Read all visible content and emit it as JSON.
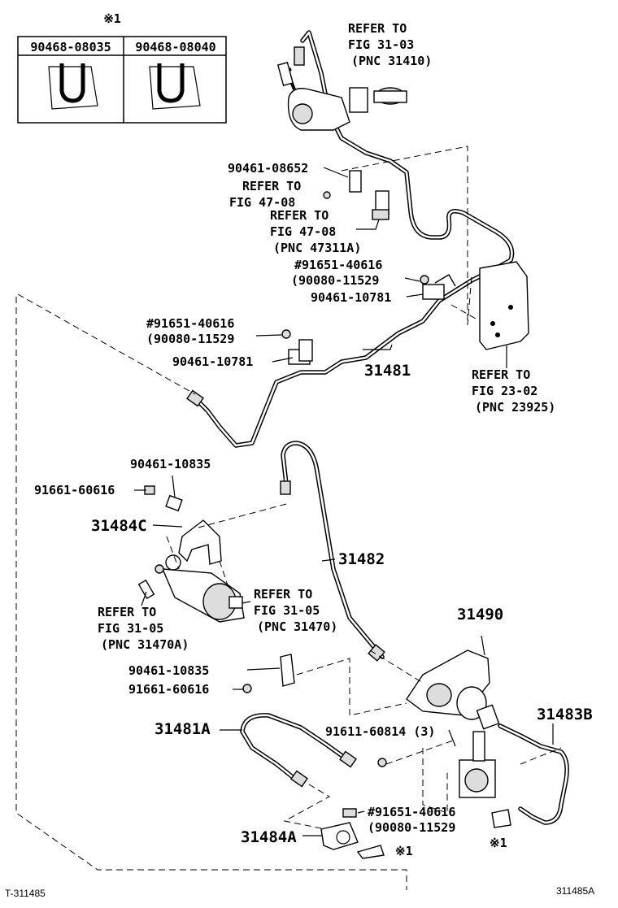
{
  "figure_code": "T-311485",
  "figure_id": "311485A",
  "legend_table": {
    "note_mark": "※1",
    "columns": [
      "90468-08035",
      "90468-08040"
    ]
  },
  "labels": {
    "ref_31_03": [
      "REFER TO",
      "FIG 31-03",
      "(PNC 31410)"
    ],
    "part_90461_08652": "90461-08652",
    "ref_47_08_a": [
      "REFER TO",
      "FIG 47-08"
    ],
    "ref_47_08_b": [
      "REFER TO",
      "FIG 47-08",
      "(PNC 47311A)"
    ],
    "upper_bolt": [
      "#91651-40616",
      "(90080-11529"
    ],
    "upper_clamp": "90461-10781",
    "mid_bolt": [
      "#91651-40616",
      "(90080-11529"
    ],
    "mid_clamp": "90461-10781",
    "tube_31481": "31481",
    "ref_23_02": [
      "REFER TO",
      "FIG 23-02",
      "(PNC 23925)"
    ],
    "clamp_10835_top": "90461-10835",
    "bolt_60616_top": "91661-60616",
    "bracket_31484c": "31484C",
    "tube_31482": "31482",
    "ref_31_05_right": [
      "REFER TO",
      "FIG 31-05",
      "(PNC 31470)"
    ],
    "ref_31_05_left": [
      "REFER TO",
      "FIG 31-05",
      "(PNC 31470A)"
    ],
    "accumulator_31490": "31490",
    "clamp_10835_low": "90461-10835",
    "bolt_60616_low": "91661-60616",
    "hose_31481a": "31481A",
    "bolt_60814": "91611-60814 (3)",
    "tube_31483b": "31483B",
    "low_bolt": [
      "#91651-40616",
      "(90080-11529"
    ],
    "bracket_31484a": "31484A",
    "clip_note_a": "※1",
    "clip_note_b": "※1"
  }
}
